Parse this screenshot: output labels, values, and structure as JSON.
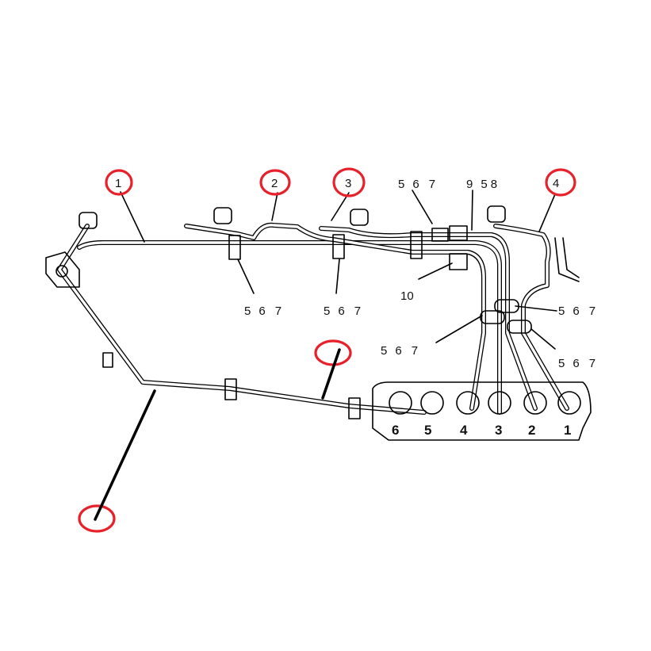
{
  "diagram": {
    "callouts": [
      {
        "label": "1"
      },
      {
        "label": "2"
      },
      {
        "label": "3"
      },
      {
        "label": "4"
      }
    ],
    "part_groups": [
      {
        "a": "5",
        "b": "6",
        "c": "7"
      },
      {
        "a": "5",
        "b": "6",
        "c": "7"
      },
      {
        "a": "5",
        "b": "6",
        "c": "7"
      },
      {
        "a": "5",
        "b": "6",
        "c": "7"
      },
      {
        "a": "5",
        "b": "6",
        "c": "7"
      },
      {
        "a": "5",
        "b": "6",
        "c": "7"
      }
    ],
    "group_958": {
      "a": "9",
      "b": "5",
      "c": "8"
    },
    "label_10": "10",
    "cylinders": [
      "6",
      "5",
      "4",
      "3",
      "2",
      "1"
    ],
    "accent_color": "#e8202a"
  }
}
